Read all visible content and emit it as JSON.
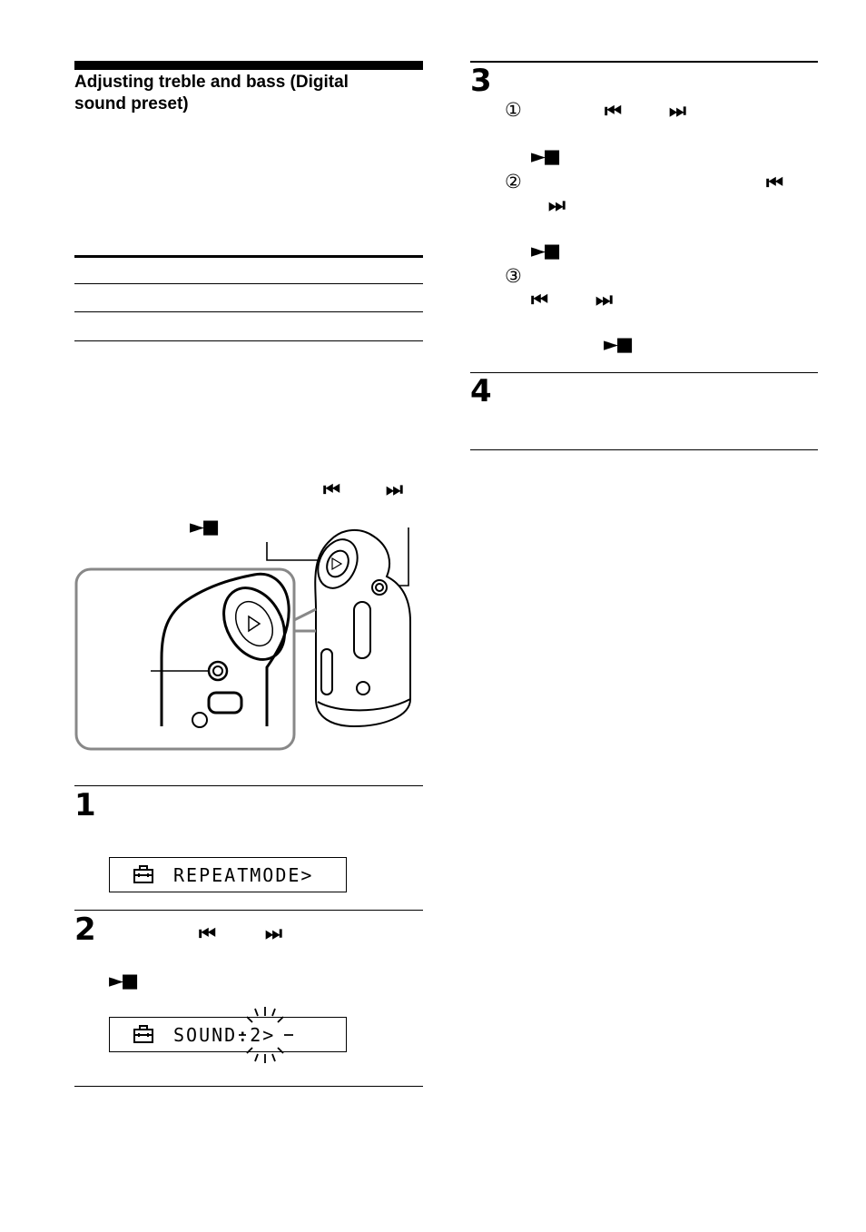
{
  "section": {
    "title_line1": "Adjusting treble and bass (Digital",
    "title_line2": "sound preset)"
  },
  "symbols": {
    "prev": "⏮",
    "next": "⏭",
    "play_stop": "►■"
  },
  "left_steps": [
    {
      "number": "1",
      "display_text": "REPEATMODE>"
    },
    {
      "number": "2",
      "display_text": "SOUND:2>"
    }
  ],
  "right_steps": [
    {
      "number": "3",
      "sub": [
        "①",
        "②",
        "③"
      ]
    },
    {
      "number": "4"
    }
  ],
  "icons": {
    "lcd_icon": "toolbox-icon",
    "device": "walkman-device-illustration"
  }
}
